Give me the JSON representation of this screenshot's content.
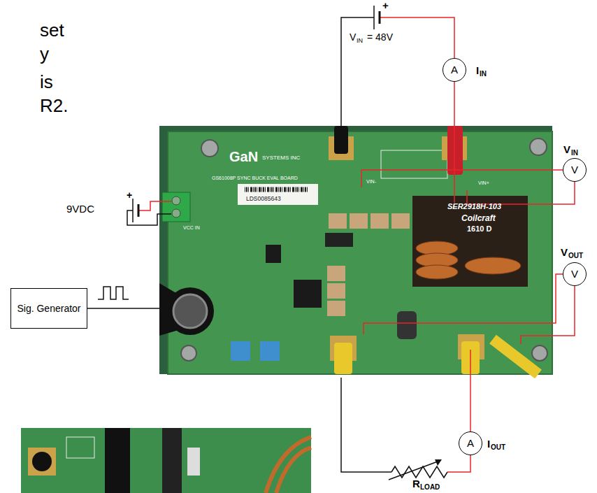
{
  "diagram": {
    "nodes": [
      {
        "text": [
          "A"
        ]
      },
      {
        "text": [
          "V"
        ]
      },
      {
        "text": [
          "V"
        ]
      },
      {
        "text": [
          "Sig. Generator"
        ]
      },
      {
        "text": [
          "A"
        ]
      }
    ],
    "labels": [
      "set",
      "y",
      "is",
      "R2.",
      "+",
      "V",
      "IN",
      "= 48V",
      "I",
      "IN",
      "V",
      "IN",
      "9VDC",
      "+",
      "V",
      "OUT",
      "I",
      "OUT",
      "R",
      "LOAD",
      "GaN",
      "SYSTEMS INC",
      "GS61008P SYNC BUCK EVAL BOARD",
      "LDS0085643",
      "SER2918H-103",
      "Coilcraft",
      "1610 D",
      "VIN-",
      "VIN+",
      "VCC IN"
    ]
  }
}
